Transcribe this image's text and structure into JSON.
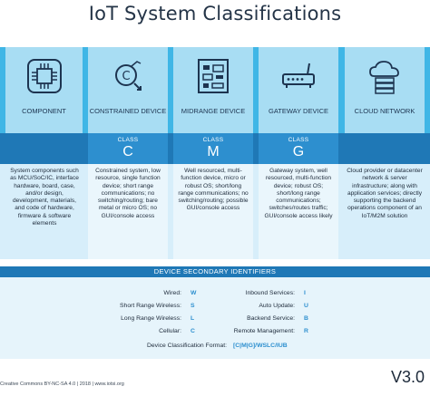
{
  "title": "IoT System Classifications",
  "columns": [
    {
      "label": "COMPONENT",
      "icon": "chip-icon",
      "class_word": "",
      "class_letter": "",
      "description": "System components such as MCU/SoC/IC, interface hardware, board, case, and/or design, development, materials, and code of hardware, firmware & software elements"
    },
    {
      "label": "CONSTRAINED DEVICE",
      "icon": "device-c-icon",
      "class_word": "CLASS",
      "class_letter": "C",
      "description": "Constrained system, low resource, single function device; short range communications; no switching/routing; bare metal or micro OS; no GUI/console access"
    },
    {
      "label": "MIDRANGE DEVICE",
      "icon": "circuit-board-icon",
      "class_word": "CLASS",
      "class_letter": "M",
      "description": "Well resourced, multi-function device, micro or robust OS; short/long range communications; no switching/routing; possible GUI/console access"
    },
    {
      "label": "GATEWAY DEVICE",
      "icon": "router-icon",
      "class_word": "CLASS",
      "class_letter": "G",
      "description": "Gateway system, well resourced, multi-function device; robust OS; short/long range communications; switches/routes traffic; GUI/console access likely"
    },
    {
      "label": "CLOUD NETWORK",
      "icon": "cloud-server-icon",
      "class_word": "",
      "class_letter": "",
      "description": "Cloud provider or datacenter network & server infrastructure; along with application services; directly supporting the backend operations component of an IoT/M2M solution"
    }
  ],
  "secondary": {
    "heading": "DEVICE SECONDARY IDENTIFIERS",
    "left": [
      {
        "key": "Wired:",
        "code": "W"
      },
      {
        "key": "Short Range Wireless:",
        "code": "S"
      },
      {
        "key": "Long Range Wireless:",
        "code": "L"
      },
      {
        "key": "Cellular:",
        "code": "C"
      }
    ],
    "right": [
      {
        "key": "Inbound Services:",
        "code": "I"
      },
      {
        "key": "Auto Update:",
        "code": "U"
      },
      {
        "key": "Backend Service:",
        "code": "B"
      },
      {
        "key": "Remote Management:",
        "code": "R"
      }
    ],
    "format_label": "Device Classification Format:",
    "format_value": "[C|M|G]/WSLC/IUB"
  },
  "footer": "Creative Commons BY-NC-SA 4.0 | 2018 | www.iotsi.org",
  "version": "V3.0",
  "colors": {
    "dark_band": "#1f78b6",
    "accent": "#2d8fcf",
    "top_band": "#3fb6e6",
    "light_col": "#a8ddf3"
  }
}
